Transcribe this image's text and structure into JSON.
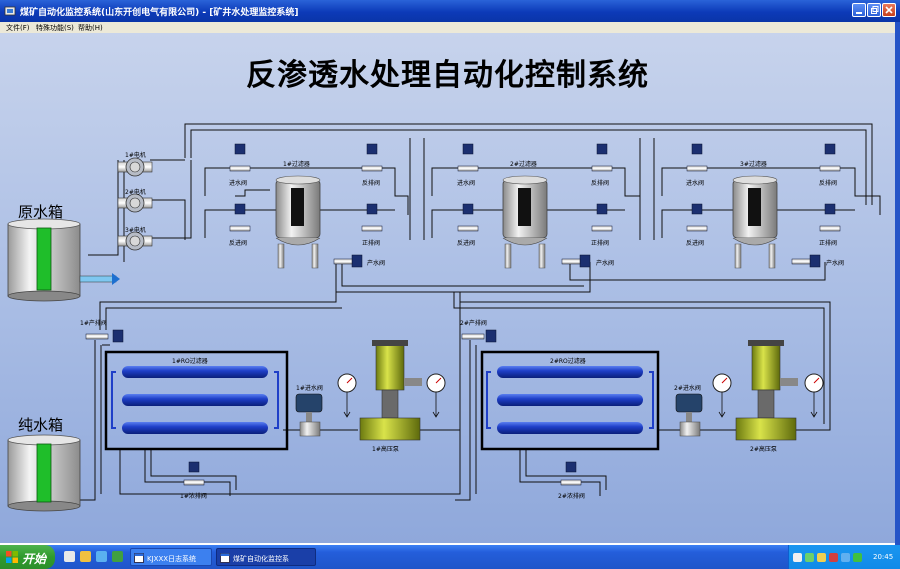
{
  "window": {
    "title": "煤矿自动化监控系统(山东开创电气有限公司) - [矿井水处理监控系统]"
  },
  "menu": [
    "文件(F)",
    "特殊功能(S)",
    "帮助(H)"
  ],
  "main_title": "反渗透水处理自动化控制系统",
  "tanks": {
    "raw": "原水箱",
    "pure": "纯水箱"
  },
  "motors": [
    "1#电机",
    "2#电机",
    "3#电机"
  ],
  "filters": [
    {
      "name": "1#过滤器",
      "in_valve": "进水阀",
      "back_in_valve": "反进阀",
      "back_drain_valve": "反排阀",
      "pos_drain_valve": "正排阀",
      "product_valve": "产水阀"
    },
    {
      "name": "2#过滤器",
      "in_valve": "进水阀",
      "back_in_valve": "反进阀",
      "back_drain_valve": "反排阀",
      "pos_drain_valve": "正排阀",
      "product_valve": "产水阀"
    },
    {
      "name": "3#过滤器",
      "in_valve": "进水阀",
      "back_in_valve": "反进阀",
      "back_drain_valve": "反排阀",
      "pos_drain_valve": "正排阀",
      "product_valve": "产水阀"
    }
  ],
  "ro_units": [
    {
      "product_valve": "1#产排阀",
      "filter": "1#RO过滤器",
      "inlet_valve": "1#进水阀",
      "pump": "1#高压泵",
      "concentrate_valve": "1#浓排阀"
    },
    {
      "product_valve": "2#产排阀",
      "filter": "2#RO过滤器",
      "inlet_valve": "2#进水阀",
      "pump": "2#高压泵",
      "concentrate_valve": "2#浓排阀"
    }
  ],
  "taskbar": {
    "start": "开始",
    "tasks": [
      "KJXXX日志系统",
      "煤矿自动化监控系"
    ],
    "clock": "20:45"
  },
  "colors": {
    "accent": "#1f55c9",
    "tank_level": "#1fbe2a",
    "pipe": "#1a1a1a",
    "background": "#a8bce4"
  }
}
